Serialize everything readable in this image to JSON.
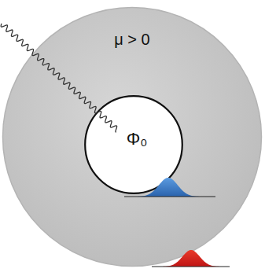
{
  "diagram": {
    "nodes": [
      {
        "text": [
          "μ > 0"
        ]
      },
      {
        "text": [
          "Φ₀"
        ],
        "in": 0
      }
    ]
  }
}
